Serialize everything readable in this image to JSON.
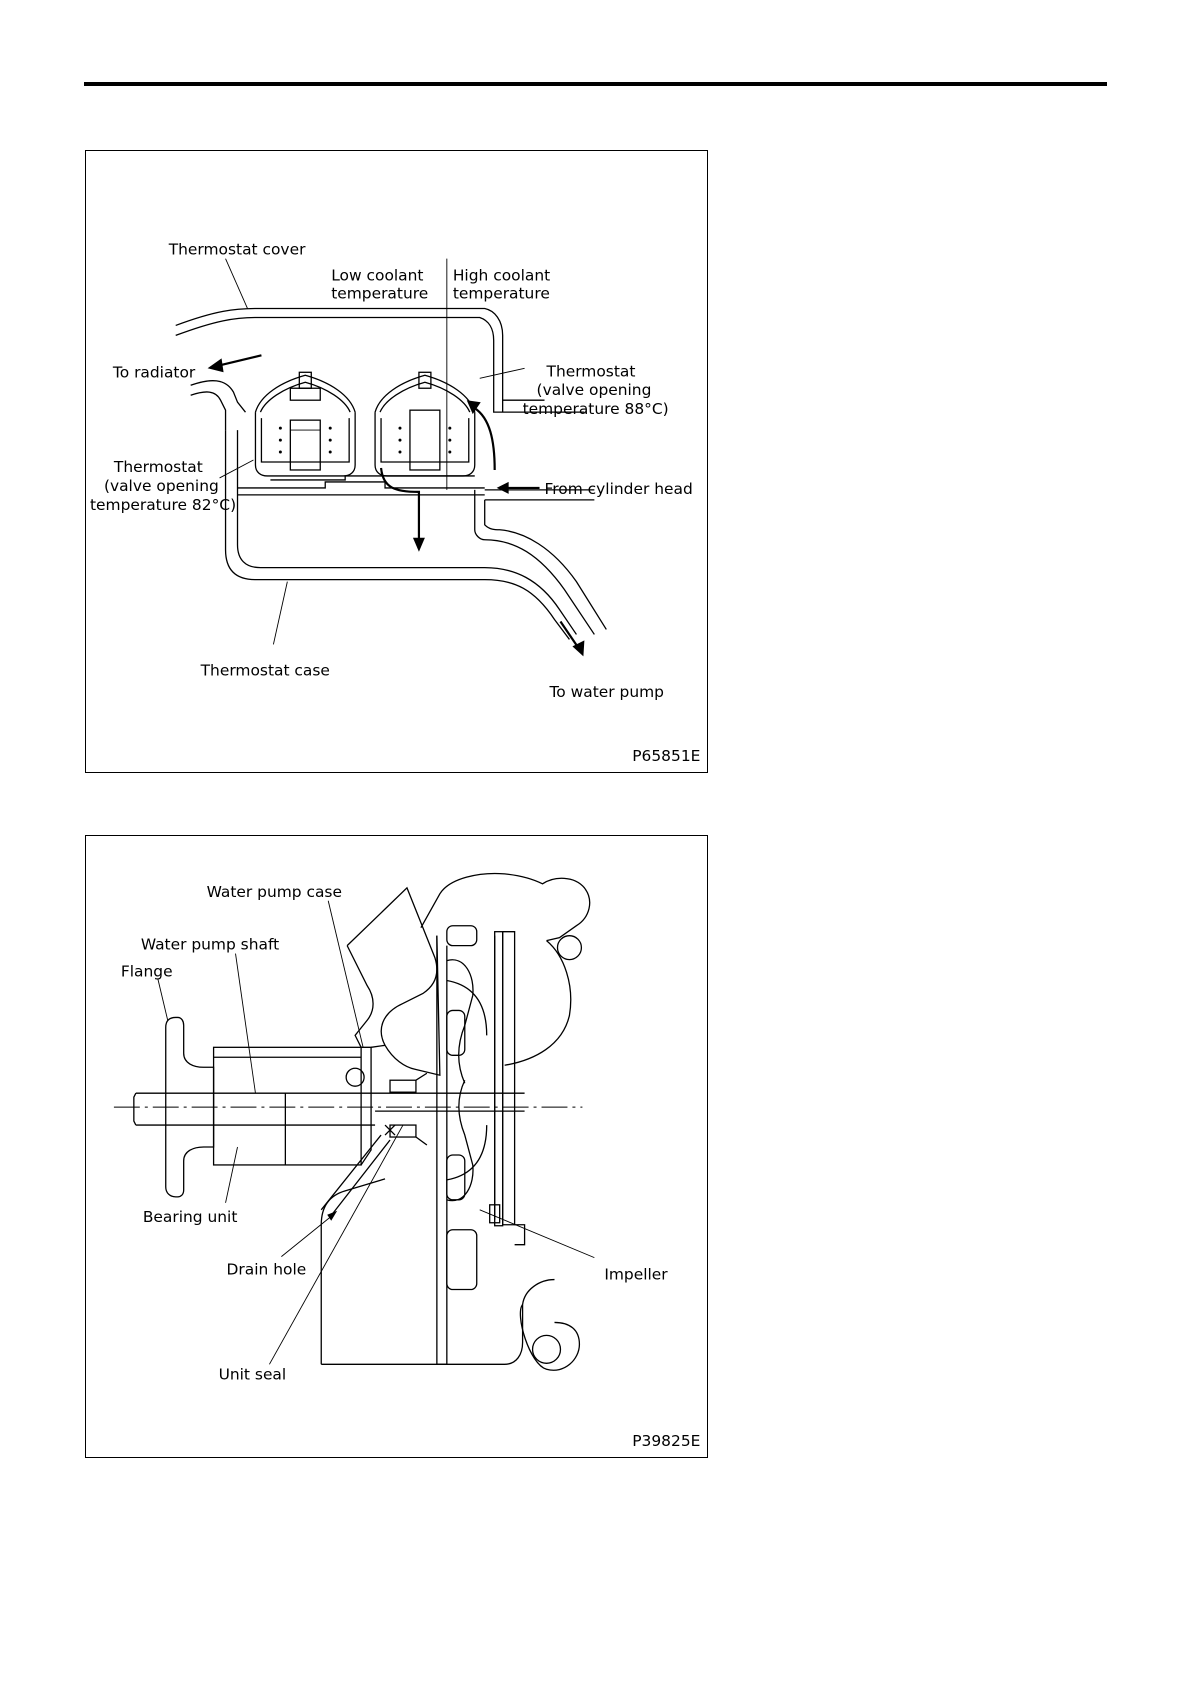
{
  "figure1": {
    "code": "P65851E",
    "labels": {
      "thermostat_cover": "Thermostat cover",
      "low_coolant_1": "Low coolant",
      "low_coolant_2": "temperature",
      "high_coolant_1": "High coolant",
      "high_coolant_2": "temperature",
      "to_radiator": "To radiator",
      "thermostat_88_1": "Thermostat",
      "thermostat_88_2": "(valve opening",
      "thermostat_88_3": "temperature 88°C)",
      "thermostat_82_1": "Thermostat",
      "thermostat_82_2": "(valve opening",
      "thermostat_82_3": "temperature 82°C)",
      "from_cylinder_head": "From cylinder head",
      "thermostat_case": "Thermostat case",
      "to_water_pump": "To water pump"
    }
  },
  "figure2": {
    "code": "P39825E",
    "labels": {
      "water_pump_case": "Water pump case",
      "water_pump_shaft": "Water pump shaft",
      "flange": "Flange",
      "bearing_unit": "Bearing unit",
      "drain_hole": "Drain hole",
      "impeller": "Impeller",
      "unit_seal": "Unit seal"
    }
  }
}
